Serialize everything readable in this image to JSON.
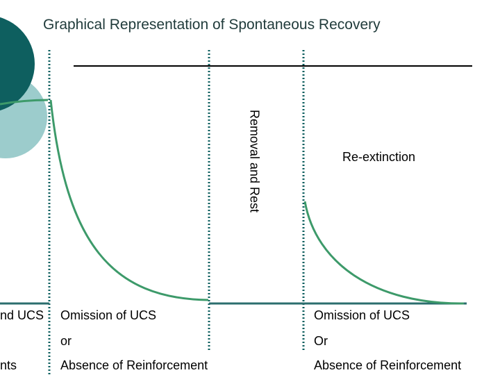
{
  "title": "Graphical Representation of Spontaneous Recovery",
  "rest_label": "Removal and Rest",
  "reextinction_label": "Re-extinction",
  "left_partial": {
    "line1": "nd UCS",
    "line2": "nts"
  },
  "middle_block": {
    "line1": "Omission of UCS",
    "line2": "or",
    "line3": "Absence of Reinforcement"
  },
  "right_block": {
    "line1": "Omission of UCS",
    "line2": "Or",
    "line3": "Absence of Reinforcement"
  },
  "colors": {
    "dark_teal": "#0e5f5f",
    "light_teal": "#9ccccc",
    "curve_green": "#3d9a6a",
    "baseline_teal": "#2b6e6e"
  }
}
